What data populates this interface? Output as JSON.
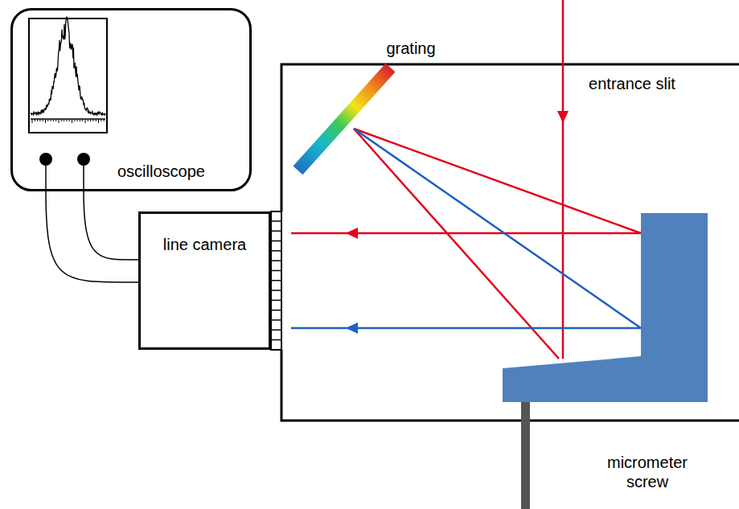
{
  "diagram": {
    "nodes": [
      {
        "text": [
          "oscilloscope"
        ]
      },
      {
        "text": [
          "line camera"
        ]
      }
    ],
    "edges": [
      {
        "from": 0,
        "to": 1,
        "arrow": "none"
      },
      {
        "from": 0,
        "to": 1,
        "arrow": "none"
      }
    ],
    "labels": [
      "grating",
      "entrance slit",
      "micrometer screw"
    ]
  }
}
